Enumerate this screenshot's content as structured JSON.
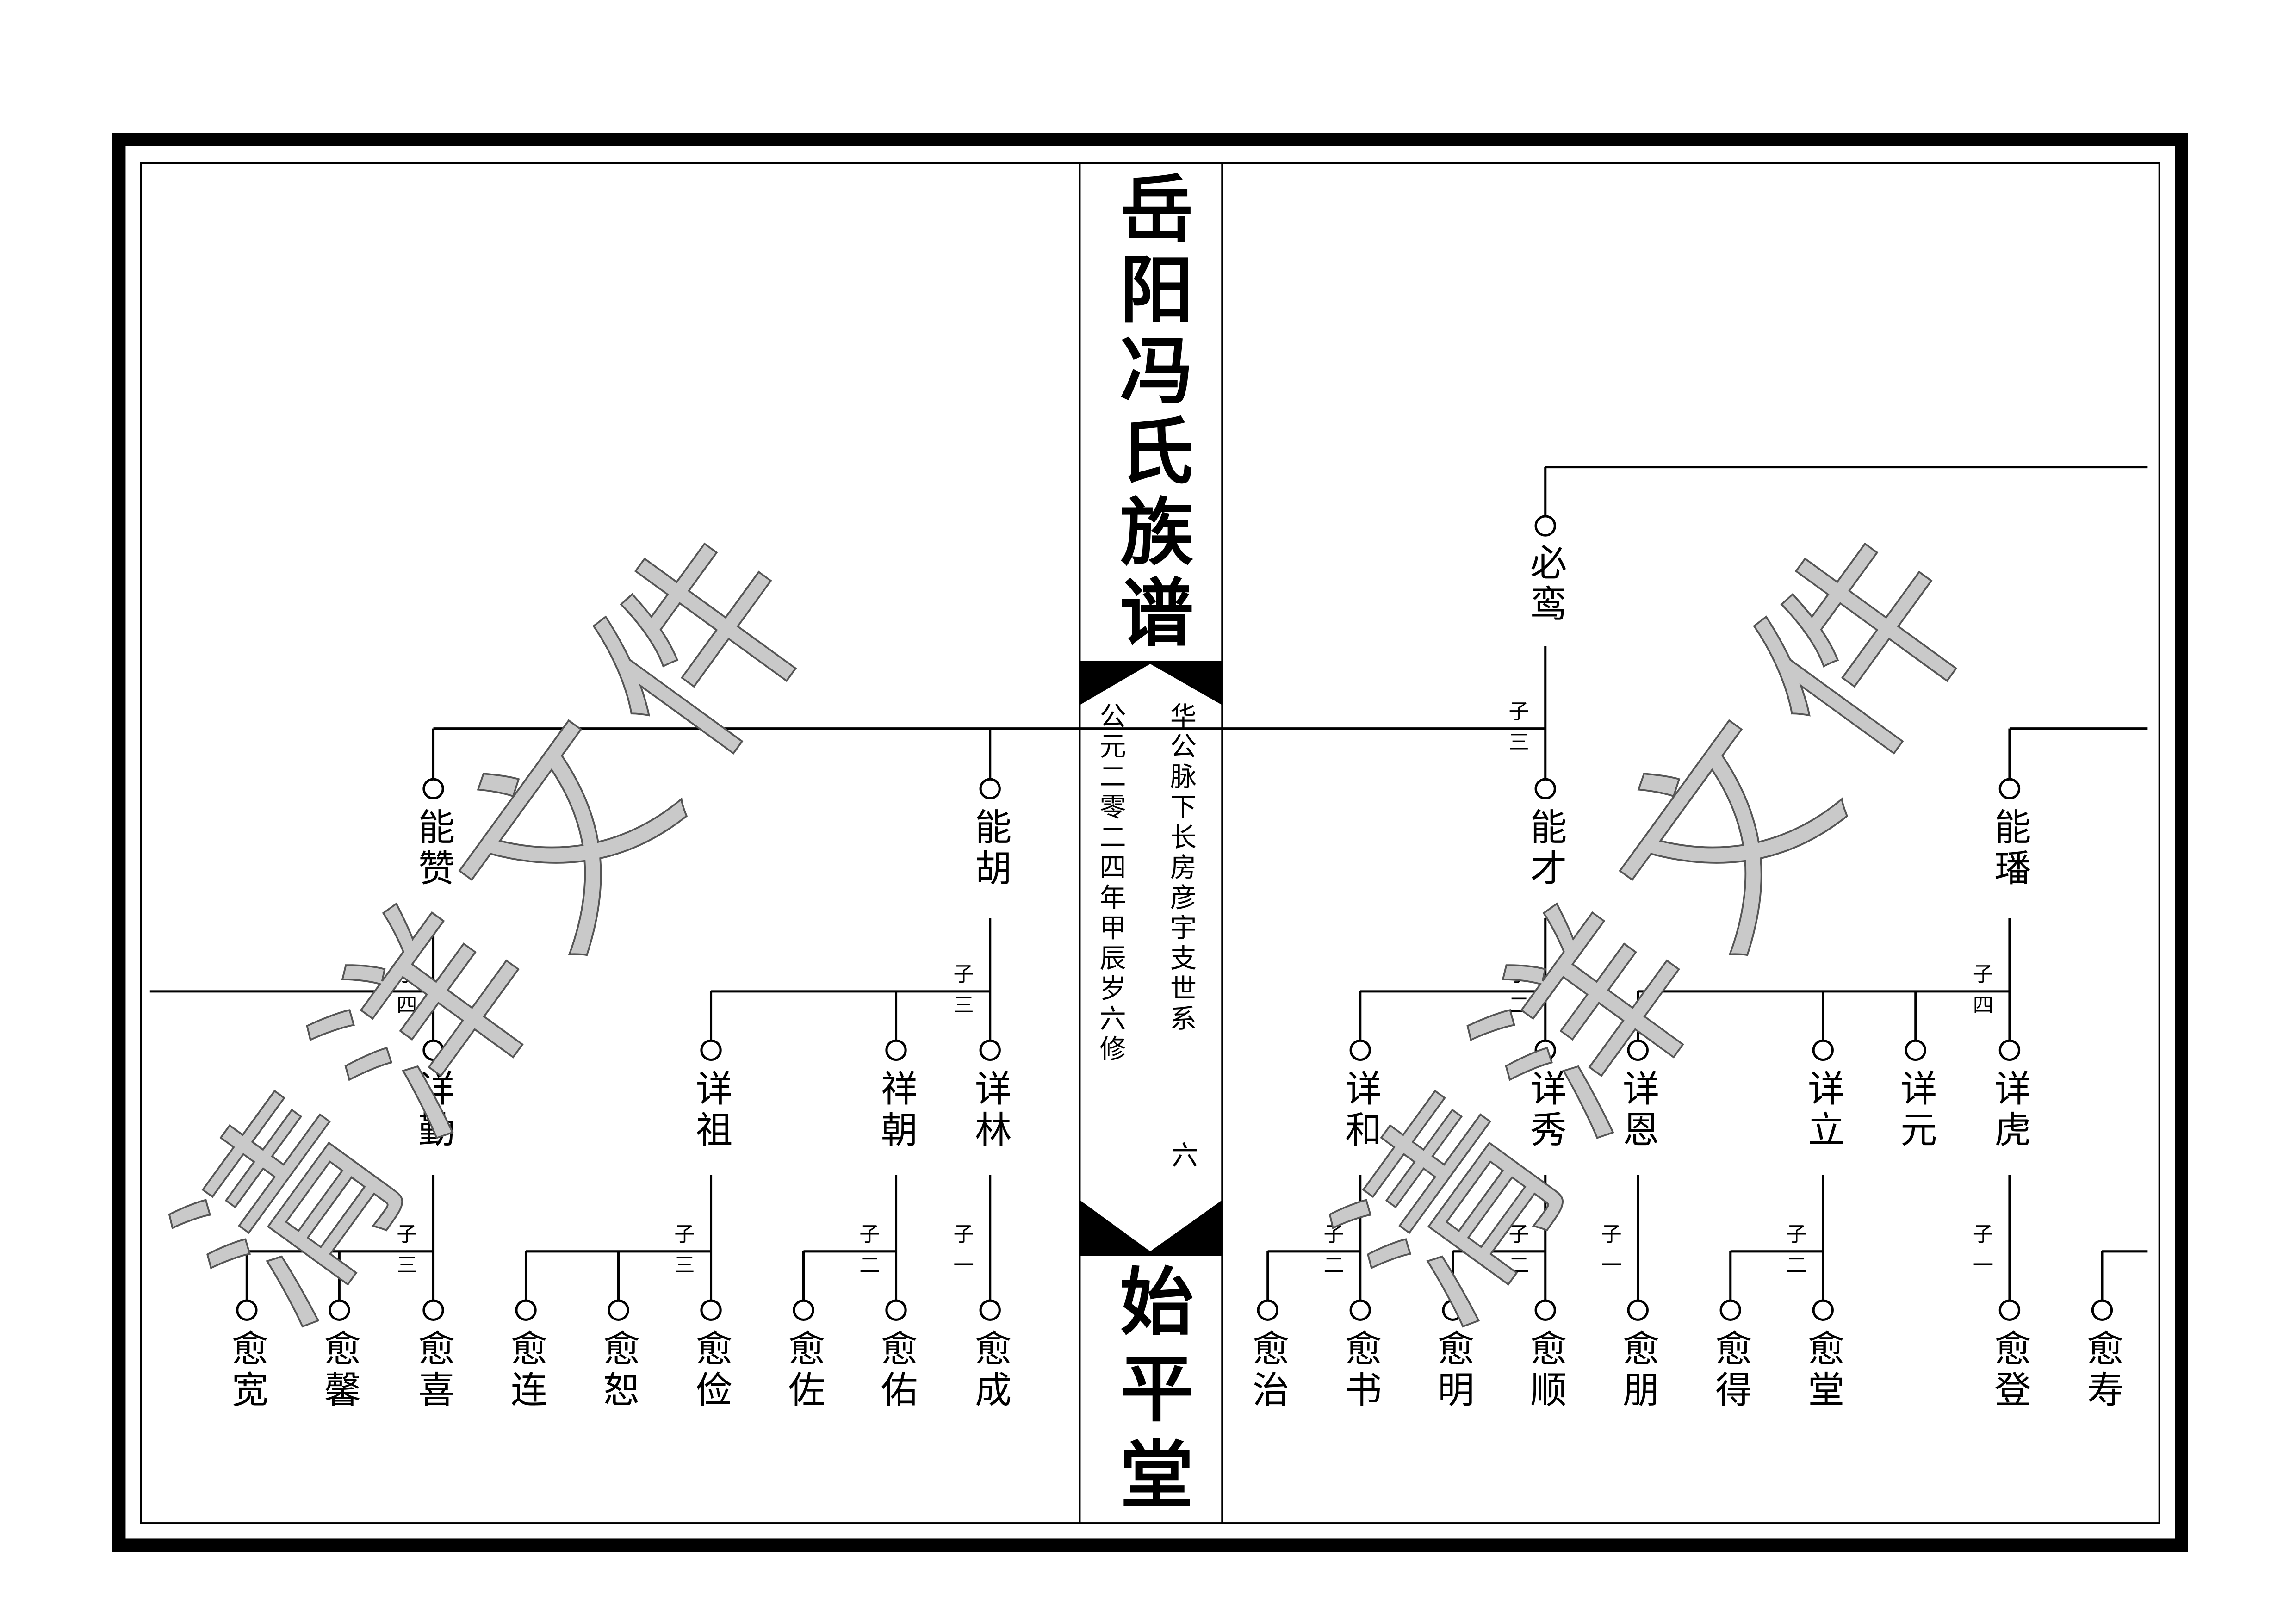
{
  "header": {
    "title": "岳阳冯氏族谱",
    "hall": "始平堂",
    "lineage": "华公脉下长房彦宇支世系",
    "edition": "公元二零二四年甲辰岁六修",
    "page_number": "六"
  },
  "watermark": "清洋文件",
  "son_prefix": "子",
  "tree": {
    "bi_luan": {
      "name": "必鸾",
      "count": "三",
      "children": {
        "neng_cai": {
          "name": "能才",
          "count": "二",
          "children": {
            "xiang_xiu": {
              "name": "详秀",
              "count": "二",
              "children": [
                "愈顺",
                "愈明"
              ]
            },
            "xiang_he": {
              "name": "详和",
              "count": "二",
              "children": [
                "愈书",
                "愈治"
              ]
            }
          }
        },
        "neng_hu": {
          "name": "能胡",
          "count": "三",
          "children": {
            "xiang_lin": {
              "name": "详林",
              "count": "一",
              "children": [
                "愈成"
              ]
            },
            "xiang_chao": {
              "name": "祥朝",
              "count": "二",
              "children": [
                "愈佑",
                "愈佐"
              ]
            },
            "xiang_zu": {
              "name": "详祖",
              "count": "三",
              "children": [
                "愈俭",
                "愈恕",
                "愈连"
              ]
            }
          }
        },
        "neng_zan": {
          "name": "能赞",
          "count": "四",
          "children": {
            "xiang_qin": {
              "name": "详勤",
              "count": "三",
              "children": [
                "愈喜",
                "愈馨",
                "愈宽"
              ]
            }
          }
        }
      }
    },
    "neng_fan": {
      "name": "能璠",
      "count": "四",
      "children": {
        "xiang_hu": {
          "name": "详虎",
          "count": "一",
          "children": [
            "愈登"
          ]
        },
        "xiang_yuan": {
          "name": "详元"
        },
        "xiang_li": {
          "name": "详立",
          "count": "二",
          "children": [
            "愈堂",
            "愈得"
          ]
        },
        "xiang_en": {
          "name": "详恩",
          "count": "一",
          "children": [
            "愈朋"
          ]
        }
      }
    },
    "continued_right": [
      "愈寿"
    ]
  }
}
